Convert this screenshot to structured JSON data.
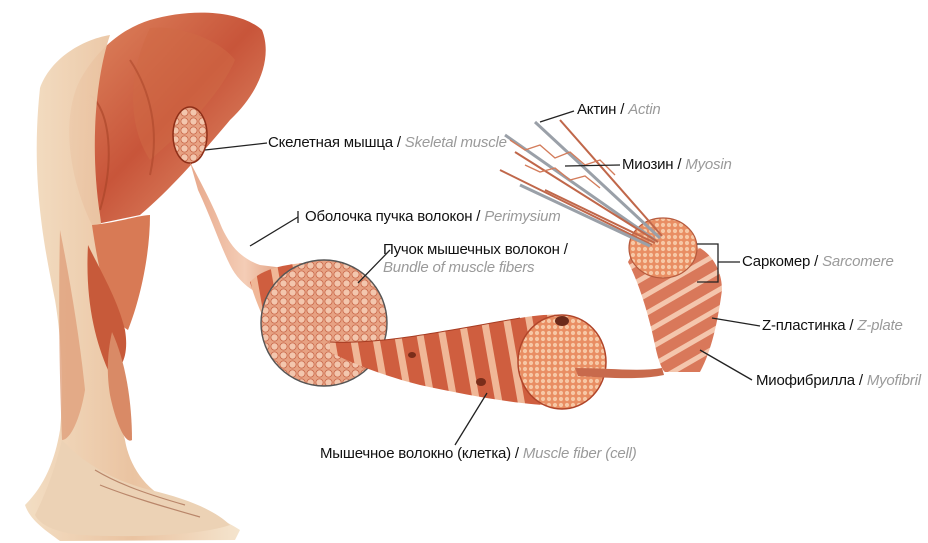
{
  "labels": {
    "skeletal_muscle": {
      "ru": "Скелетная мышца",
      "sep": " / ",
      "en": "Skeletal muscle"
    },
    "perimysium": {
      "ru": "Оболочка пучка волокон",
      "sep": " / ",
      "en": "Perimysium"
    },
    "bundle": {
      "ru": "Пучок мышечных волокон /",
      "en": "Bundle of muscle fibers"
    },
    "muscle_fiber": {
      "ru": "Мышечное волокно (клетка)",
      "sep": " / ",
      "en": "Muscle fiber (cell)"
    },
    "actin": {
      "ru": "Актин",
      "sep": " / ",
      "en": "Actin"
    },
    "myosin": {
      "ru": "Миозин",
      "sep": " / ",
      "en": "Myosin"
    },
    "sarcomere": {
      "ru": "Саркомер",
      "sep": " / ",
      "en": "Sarcomere"
    },
    "z_plate": {
      "ru": "Z-пластинка",
      "sep": " / ",
      "en": "Z-plate"
    },
    "myofibril": {
      "ru": "Миофибрилла",
      "sep": " / ",
      "en": "Myofibril"
    }
  },
  "colors": {
    "muscle_dark": "#b9472a",
    "muscle_mid": "#d8764f",
    "muscle_light": "#efb090",
    "band": "#f2c2a6",
    "skin": "#f1d9b8",
    "bone": "#f6eadb",
    "leader_line": "#222222",
    "english_text": "#9a9a9a"
  }
}
